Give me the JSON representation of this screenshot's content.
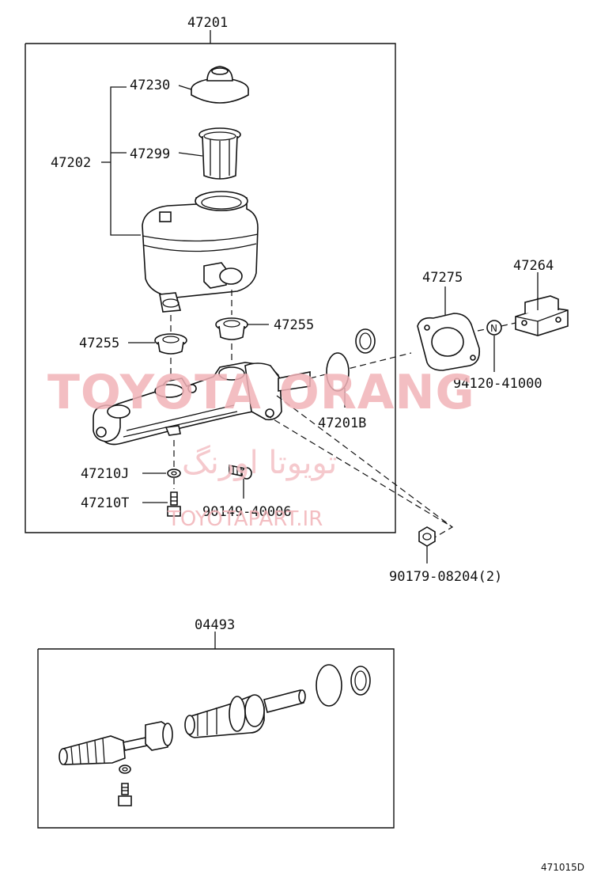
{
  "assembly": {
    "part_number": "47201",
    "callouts": {
      "p47230": "47230",
      "p47202": "47202",
      "p47299": "47299",
      "p47255_left": "47255",
      "p47255_right": "47255",
      "p47275": "47275",
      "p47264": "47264",
      "p94120": "94120-41000",
      "p47201B": "47201B",
      "p47210J": "47210J",
      "p47210T": "47210T",
      "p90149": "90149-40006",
      "p90179": "90179-08204(2)",
      "nut_marker": "N"
    }
  },
  "kit": {
    "part_number": "04493"
  },
  "watermark": {
    "english": "TOYOTA ORANG",
    "persian": "تویوتا اورنگ",
    "url": "TOYOTAPART.IR"
  },
  "diagram_id": "471015D"
}
